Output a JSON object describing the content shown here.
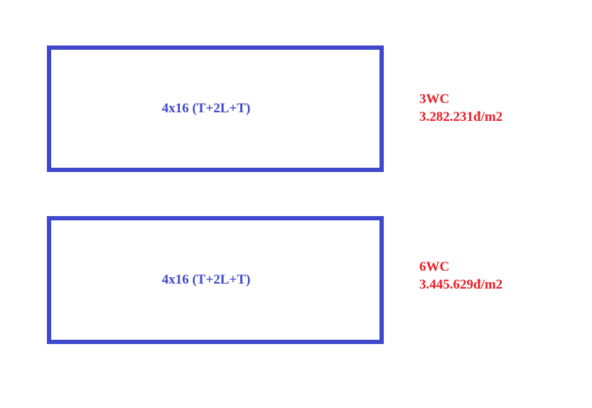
{
  "colors": {
    "outline_blue": "#3F48CC",
    "label_blue": "#3F48CC",
    "price_red": "#ED1C24",
    "background": "#FFFFFF"
  },
  "panels": [
    {
      "spec": "4x16 (T+2L+T)",
      "price_title": "3WC",
      "price_value": "3.282.231đ/m2"
    },
    {
      "spec": "4x16 (T+2L+T)",
      "price_title": "6WC",
      "price_value": "3.445.629đ/m2"
    }
  ]
}
